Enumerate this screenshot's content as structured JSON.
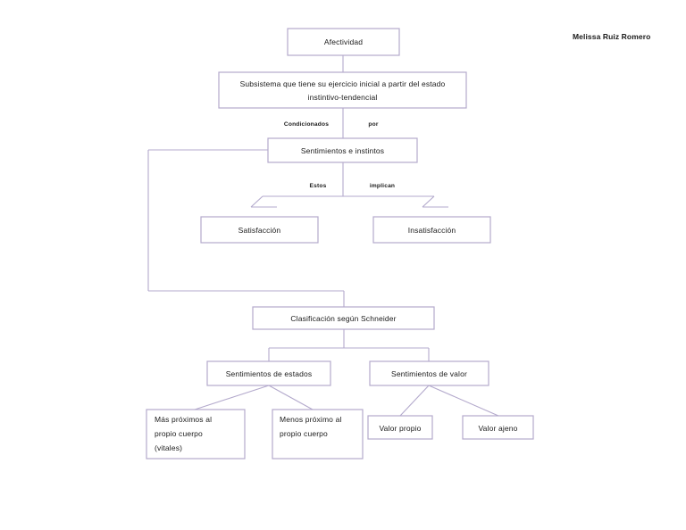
{
  "document": {
    "author": "Melissa Ruiz Romero",
    "background_color": "#ffffff",
    "box_border_color": "#b3a9cc",
    "line_color": "#b3a9cc",
    "text_color": "#1a1a1a"
  },
  "diagram": {
    "type": "concept-map",
    "nodes": {
      "afectividad": {
        "label": "Afectividad"
      },
      "subsistema": {
        "line1": "Subsistema que tiene su ejercicio inicial a partir del estado",
        "line2": "instintivo-tendencial"
      },
      "sentimientos_instintos": {
        "label": "Sentimientos e instintos"
      },
      "satisfaccion": {
        "label": "Satisfacción"
      },
      "insatisfaccion": {
        "label": "Insatisfacción"
      },
      "clasificacion": {
        "label": "Clasificación según Schneider"
      },
      "sent_estados": {
        "label": "Sentimientos de estados"
      },
      "sent_valor": {
        "label": "Sentimientos de valor"
      },
      "mas_proximos": {
        "line1": "Más próximos al",
        "line2": "propio cuerpo",
        "line3": "(vitales)"
      },
      "menos_proximo": {
        "line1": "Menos próximo al",
        "line2": "propio cuerpo"
      },
      "valor_propio": {
        "label": "Valor propio"
      },
      "valor_ajeno": {
        "label": "Valor ajeno"
      }
    },
    "edge_labels": {
      "condicionados": "Condicionados",
      "por": "por",
      "estos": "Estos",
      "implican": "implican"
    }
  }
}
